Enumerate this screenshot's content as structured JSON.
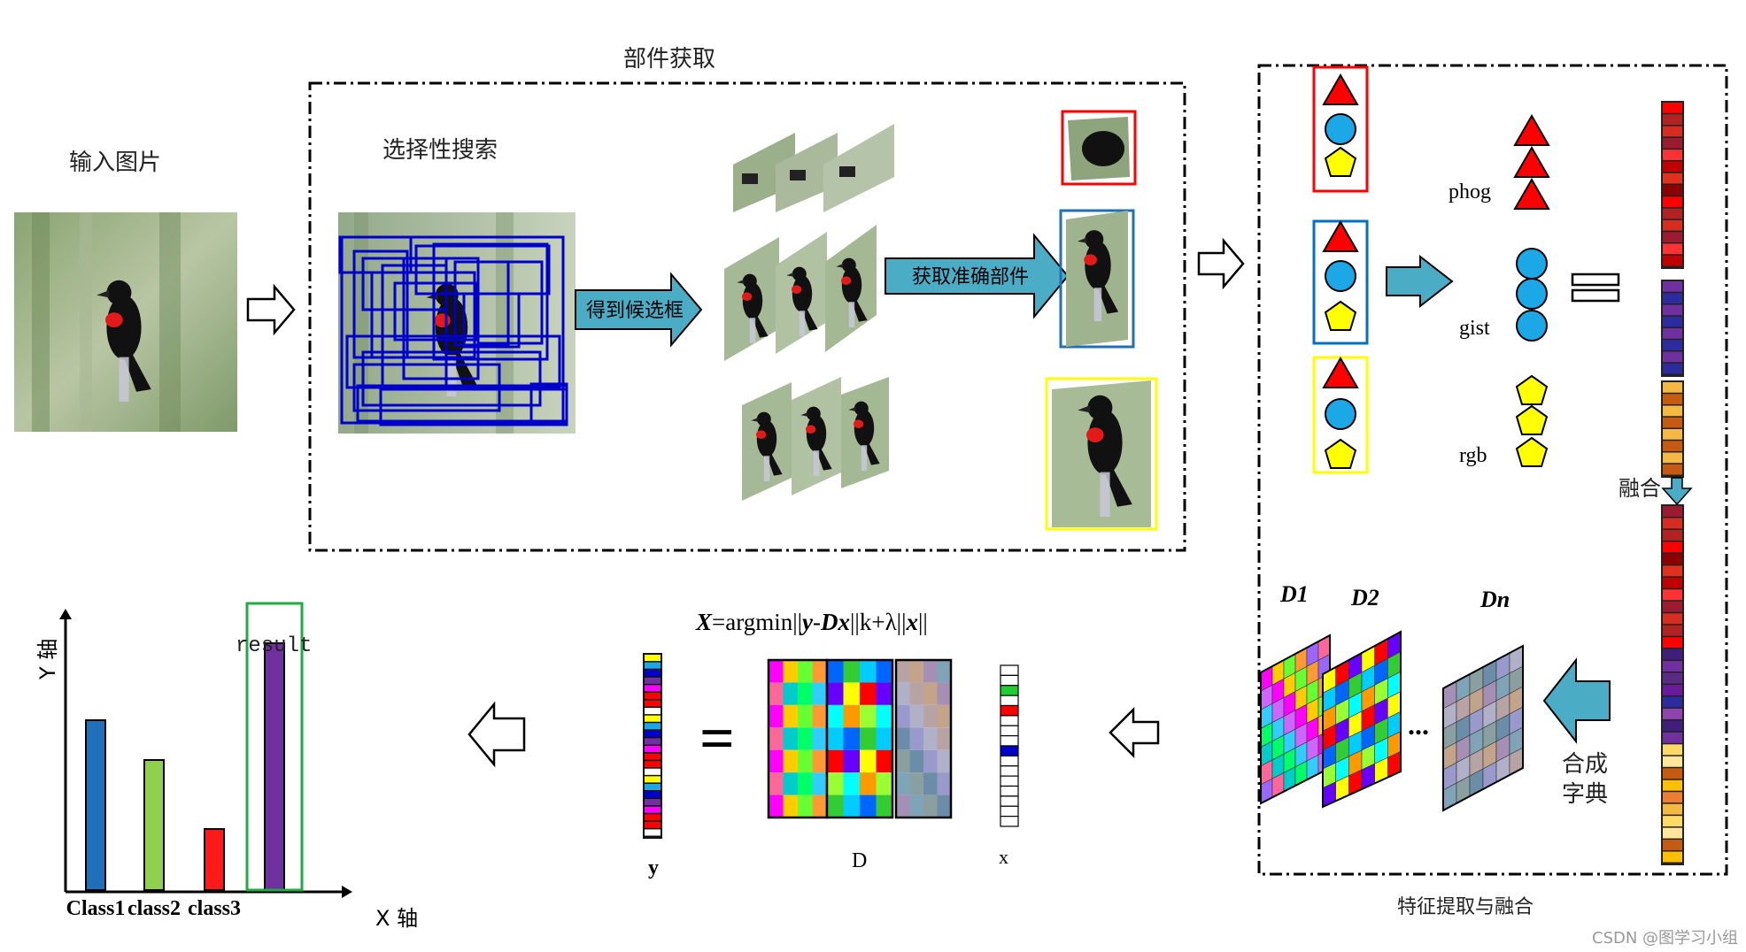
{
  "labels": {
    "input_image": "输入图片",
    "part_acquisition": "部件获取",
    "selective_search": "选择性搜索",
    "get_candidates": "得到候选框",
    "get_accurate_parts": "获取准确部件",
    "phog": "phog",
    "gist": "gist",
    "rgb": "rgb",
    "fusion": "融合",
    "synthesize_dict_line1": "合成",
    "synthesize_dict_line2": "字典",
    "feature_section": "特征提取与融合",
    "d1": "D1",
    "d2": "D2",
    "dn": "Dn",
    "ellipsis": "...",
    "formula_prefix": "X",
    "formula_body": "=argmin||",
    "formula_y": "y",
    "formula_dash": "-",
    "formula_dx": "Dx",
    "formula_mid": "||k+λ||",
    "formula_x": "x",
    "formula_end": "||",
    "vec_y": "y",
    "mat_d": "D",
    "vec_x": "x",
    "equals": "=",
    "y_axis": "Y 轴",
    "x_axis": "X 轴",
    "result": "result",
    "watermark": "CSDN @图学习小组"
  },
  "chart_data": {
    "type": "bar",
    "categories": [
      "Class1",
      "class2",
      "class3",
      ""
    ],
    "values": [
      0.64,
      0.49,
      0.23,
      0.93
    ],
    "colors": [
      "#1f6fba",
      "#8fd14f",
      "#ff1a1a",
      "#7030a0"
    ],
    "highlight_index": 3,
    "highlight_label": "result",
    "xlabel": "X 轴",
    "ylabel": "Y 轴"
  },
  "colors": {
    "arrow_fill": "#4bacc6",
    "selection_box": "#0000cc",
    "red_part": "#ff0000",
    "blue_part": "#0070c0",
    "yellow_part": "#ffff00",
    "shape_blue": "#1ca7e6"
  }
}
